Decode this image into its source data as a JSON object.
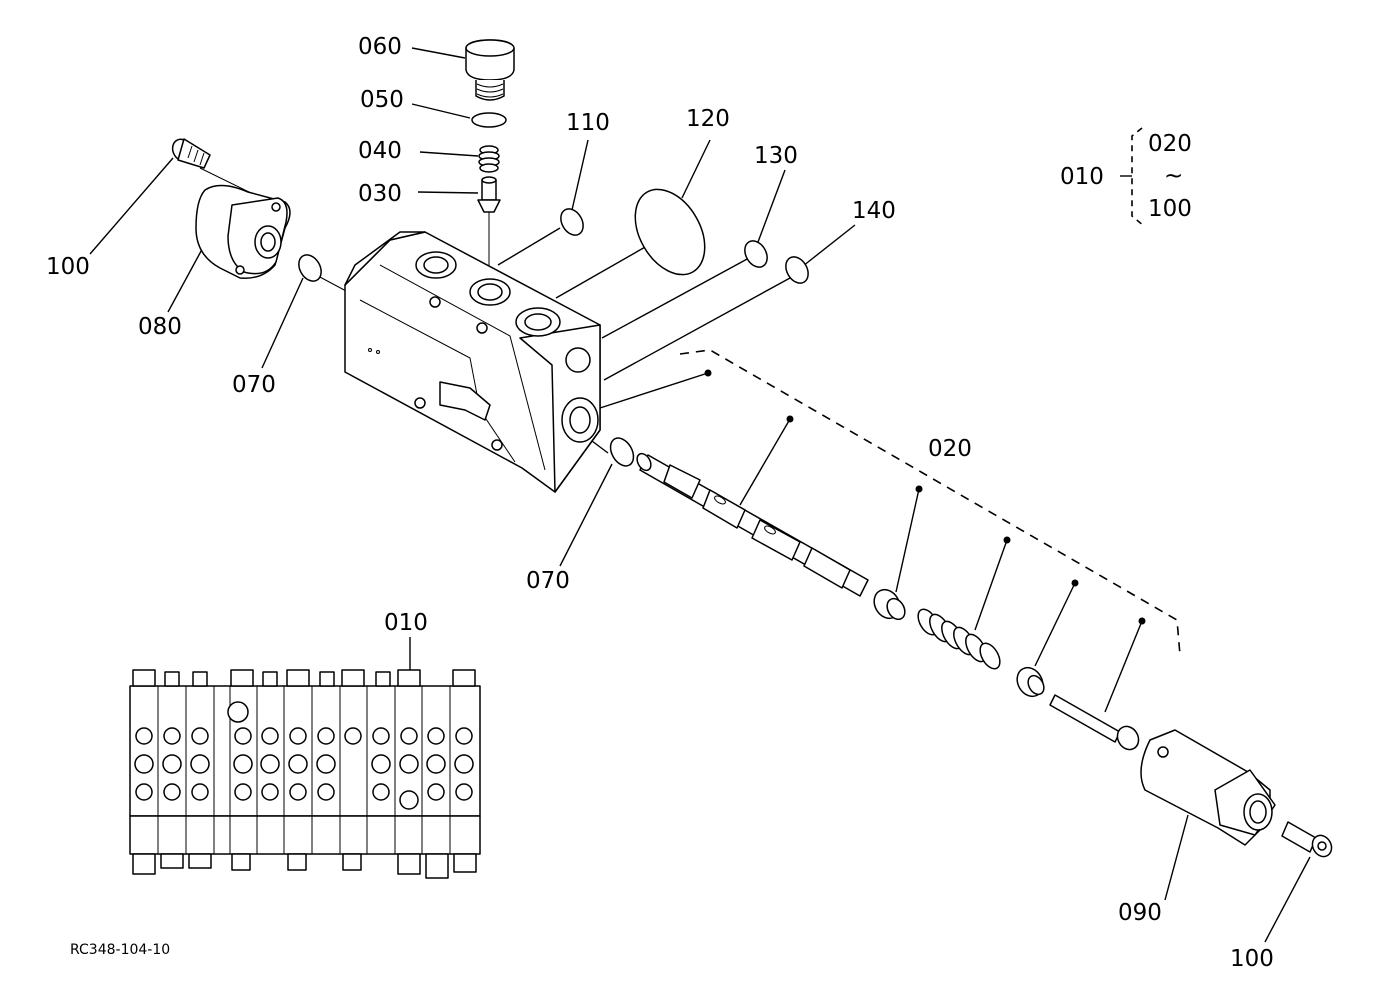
{
  "callouts": [
    {
      "id": "c060",
      "text": "060"
    },
    {
      "id": "c050",
      "text": "050"
    },
    {
      "id": "c040",
      "text": "040"
    },
    {
      "id": "c030",
      "text": "030"
    },
    {
      "id": "c110",
      "text": "110"
    },
    {
      "id": "c120",
      "text": "120"
    },
    {
      "id": "c130",
      "text": "130"
    },
    {
      "id": "c140",
      "text": "140"
    },
    {
      "id": "c100a",
      "text": "100"
    },
    {
      "id": "c080",
      "text": "080"
    },
    {
      "id": "c070a",
      "text": "070"
    },
    {
      "id": "c070b",
      "text": "070"
    },
    {
      "id": "c020",
      "text": "020"
    },
    {
      "id": "c010",
      "text": "010"
    },
    {
      "id": "c090",
      "text": "090"
    },
    {
      "id": "c100b",
      "text": "100"
    }
  ],
  "legend": {
    "assembly": "010",
    "range_start": "020",
    "range_symbol": "~",
    "range_end": "100"
  },
  "reference_code": "RC348-104-10"
}
